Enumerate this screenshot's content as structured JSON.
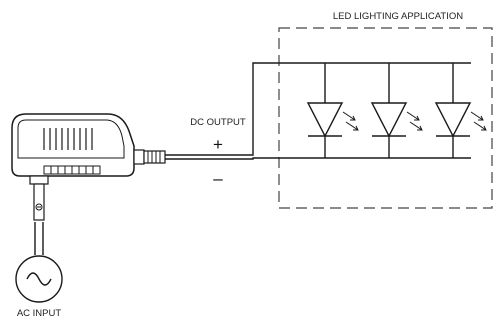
{
  "labels": {
    "led_application": "LED LIGHTING APPLICATION",
    "dc_output": "DC OUTPUT",
    "plus_sign": "+",
    "minus_sign": "–",
    "ac_input": "AC INPUT"
  },
  "colors": {
    "line": "#1a1a1a",
    "adapter_fill": "#ffffff",
    "enclosure_dash": "#444444"
  },
  "icons": [
    "power-adapter-icon",
    "led-diode-icon",
    "ac-source-icon",
    "plug-prong-icon"
  ],
  "led_count": 3
}
